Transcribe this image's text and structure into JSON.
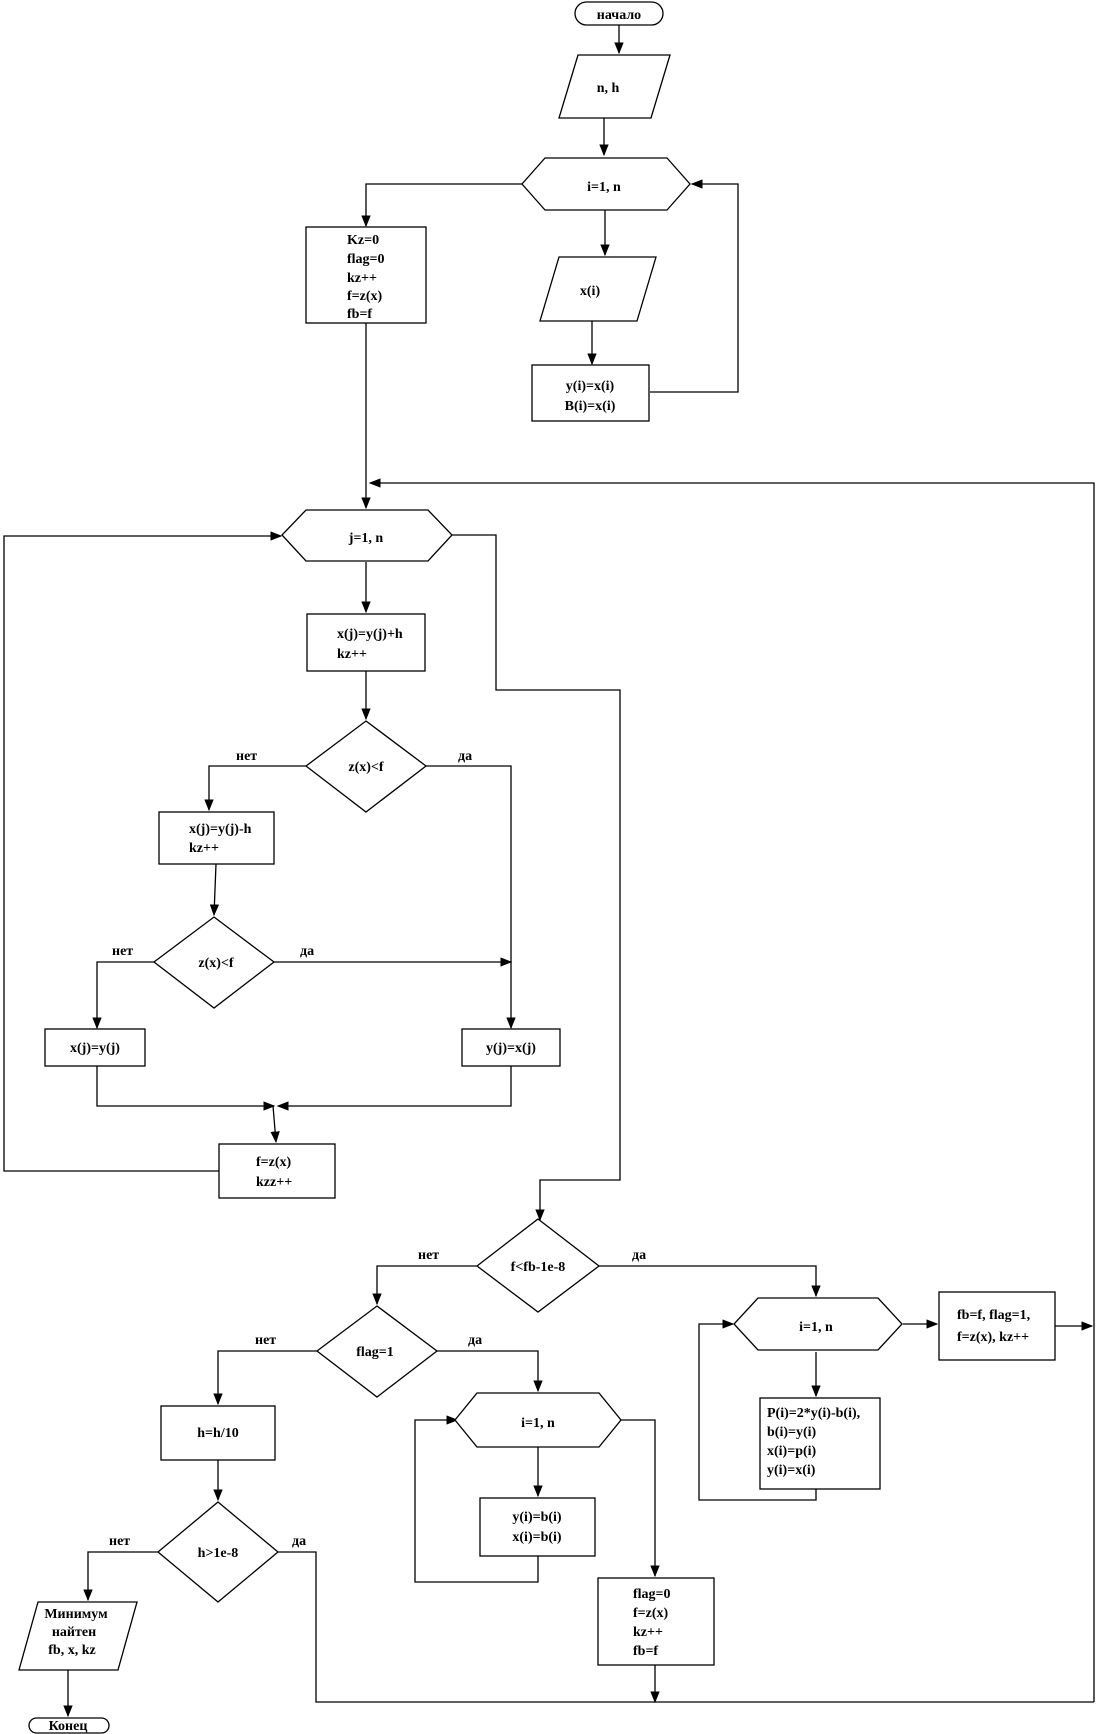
{
  "flowchart": {
    "start": "начало",
    "input_nh": "n, h",
    "loop_i1": "i=1, n",
    "init_block": [
      "Kz=0",
      "flag=0",
      "kz++",
      "f=z(x)",
      "fb=f"
    ],
    "input_xi": "x(i)",
    "assign_yb": [
      "y(i)=x(i)",
      "B(i)=x(i)"
    ],
    "loop_j": "j=1, n",
    "step_plus": [
      "x(j)=y(j)+h",
      "kz++"
    ],
    "cond1": "z(x)<f",
    "step_minus": [
      "x(j)=y(j)-h",
      "kz++"
    ],
    "cond2": "z(x)<f",
    "assign_xy": "x(j)=y(j)",
    "assign_yx": "y(j)=x(j)",
    "update_f": [
      "f=z(x)",
      "kzz++"
    ],
    "cond3": "f<fb-1e-8",
    "cond_flag": "flag=1",
    "h_div": "h=h/10",
    "cond_h": "h>1e-8",
    "output": [
      "Минимум",
      "найтен",
      "fb, x, kz"
    ],
    "end": "Конец",
    "loop_i2": "i=1, n",
    "assign_yb2": [
      "y(i)=b(i)",
      "x(i)=b(i)"
    ],
    "reset_block": [
      "flag=0",
      "f=z(x)",
      "kz++",
      "fb=f"
    ],
    "loop_i3": "i=1, n",
    "pattern_block": [
      "P(i)=2*y(i)-b(i),",
      "b(i)=y(i)",
      "x(i)=p(i)",
      "y(i)=x(i)"
    ],
    "update_fb": [
      "fb=f,   flag=1,",
      "f=z(x),  kz++"
    ],
    "yes": "да",
    "no": "нет"
  }
}
